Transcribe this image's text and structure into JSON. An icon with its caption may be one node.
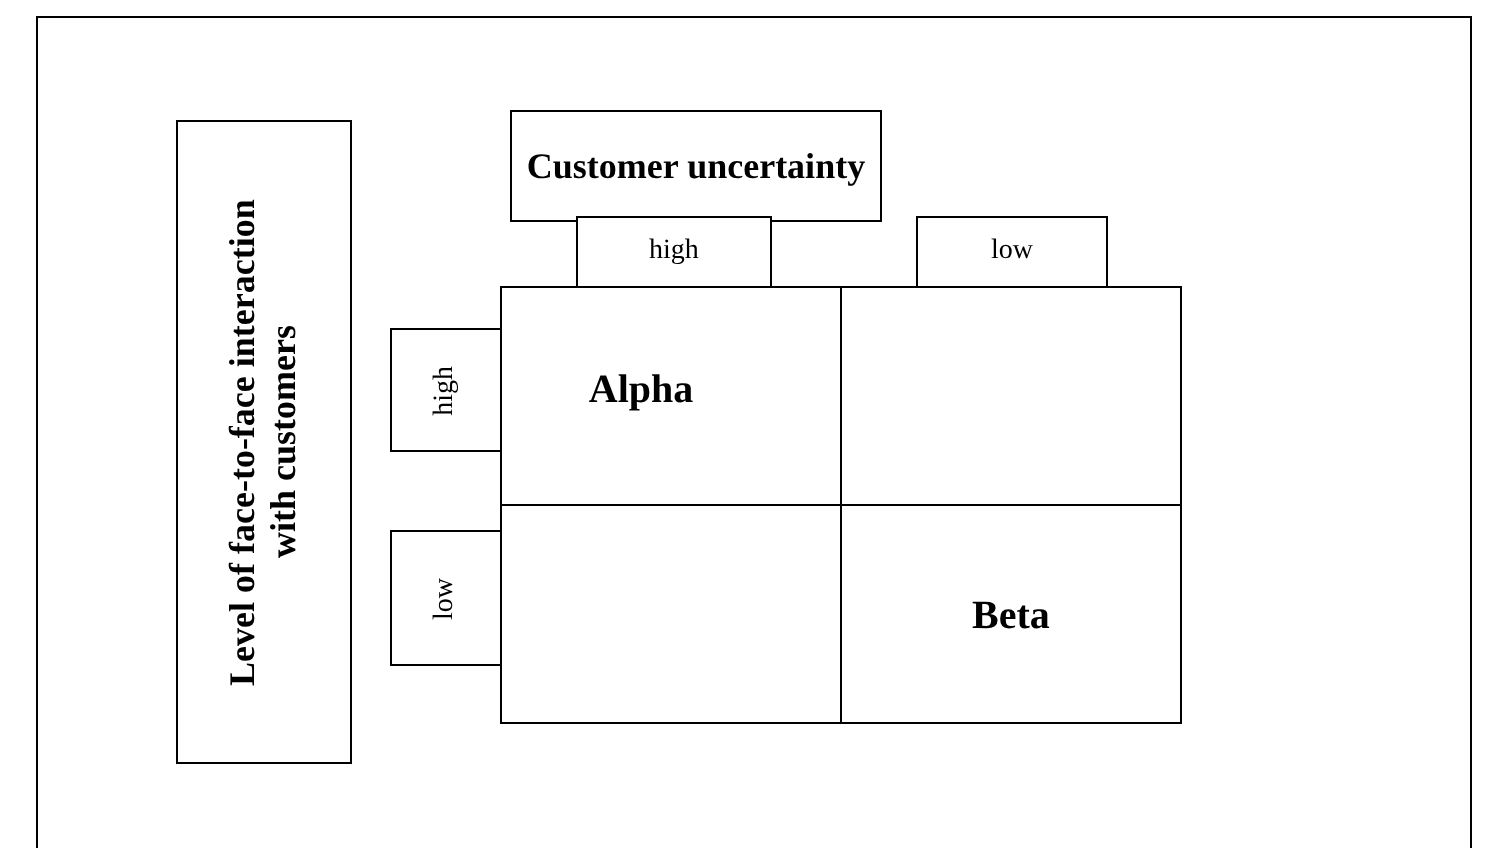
{
  "diagram": {
    "nodes": [
      {
        "text": [
          "Customer uncertainty"
        ]
      },
      {
        "text": [
          "Level of face-to-face interaction with customers"
        ]
      },
      {
        "text": [
          "high"
        ]
      },
      {
        "text": [
          "low"
        ]
      },
      {
        "text": [
          "high"
        ]
      },
      {
        "text": [
          "low"
        ]
      },
      {
        "text": [
          "Alpha"
        ]
      },
      {
        "text": [],
        "shape": "box"
      },
      {
        "text": [],
        "shape": "box"
      },
      {
        "text": [
          "Beta"
        ]
      }
    ]
  }
}
